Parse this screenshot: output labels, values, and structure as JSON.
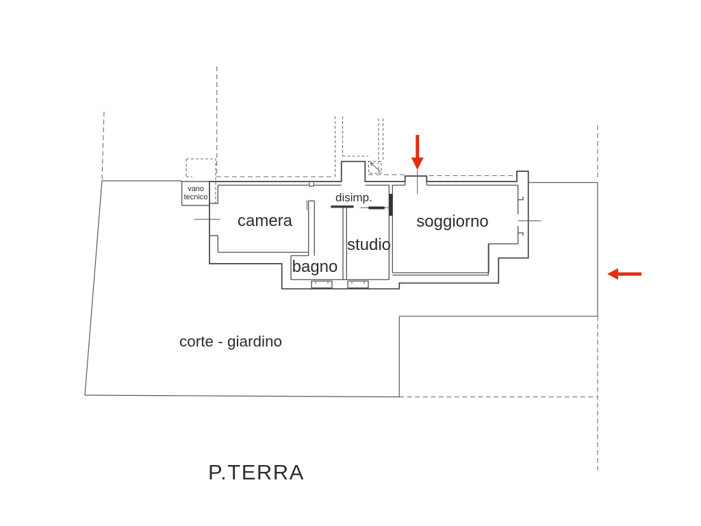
{
  "plan": {
    "title": "P.TERRA",
    "rooms": {
      "camera": "camera",
      "bagno": "bagno",
      "studio": "studio",
      "disimp": "disimp.",
      "soggiorno": "soggiorno",
      "vano_tecnico_line1": "vano",
      "vano_tecnico_line2": "tecnico",
      "corte_giardino": "corte - giardino"
    },
    "arrows": [
      {
        "name": "arrow-down",
        "direction": "down",
        "meaning": "entrance indicator"
      },
      {
        "name": "arrow-left",
        "direction": "left",
        "meaning": "entrance indicator"
      }
    ],
    "colors": {
      "arrow_red": "#e0310e",
      "wall": "#404040",
      "boundary": "#6b6b6b",
      "text": "#2d2d2d",
      "background": "#ffffff"
    }
  }
}
